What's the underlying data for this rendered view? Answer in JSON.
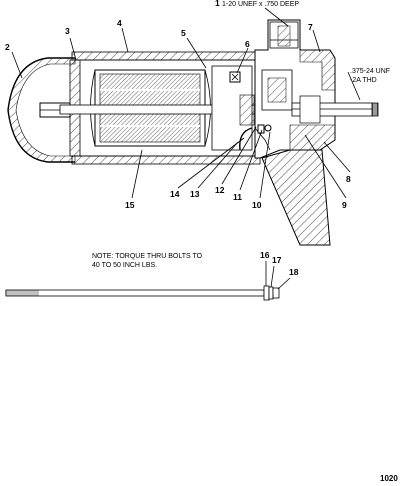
{
  "callouts": {
    "c1": "1",
    "c2": "2",
    "c3": "3",
    "c4": "4",
    "c5": "5",
    "c6": "6",
    "c7": "7",
    "c8": "8",
    "c9": "9",
    "c10": "10",
    "c11": "11",
    "c12": "12",
    "c13": "13",
    "c14": "14",
    "c15": "15",
    "c16": "16",
    "c17": "17",
    "c18": "18"
  },
  "specs": {
    "thread_top": "1-20 UNEF x .750 DEEP",
    "thread_right_line1": ".375-24 UNF",
    "thread_right_line2": "-2A THD"
  },
  "note": {
    "line1": "NOTE: TORQUE THRU BOLTS TO",
    "line2": "40 TO 50 INCH LBS."
  },
  "figure_ref": "1020"
}
